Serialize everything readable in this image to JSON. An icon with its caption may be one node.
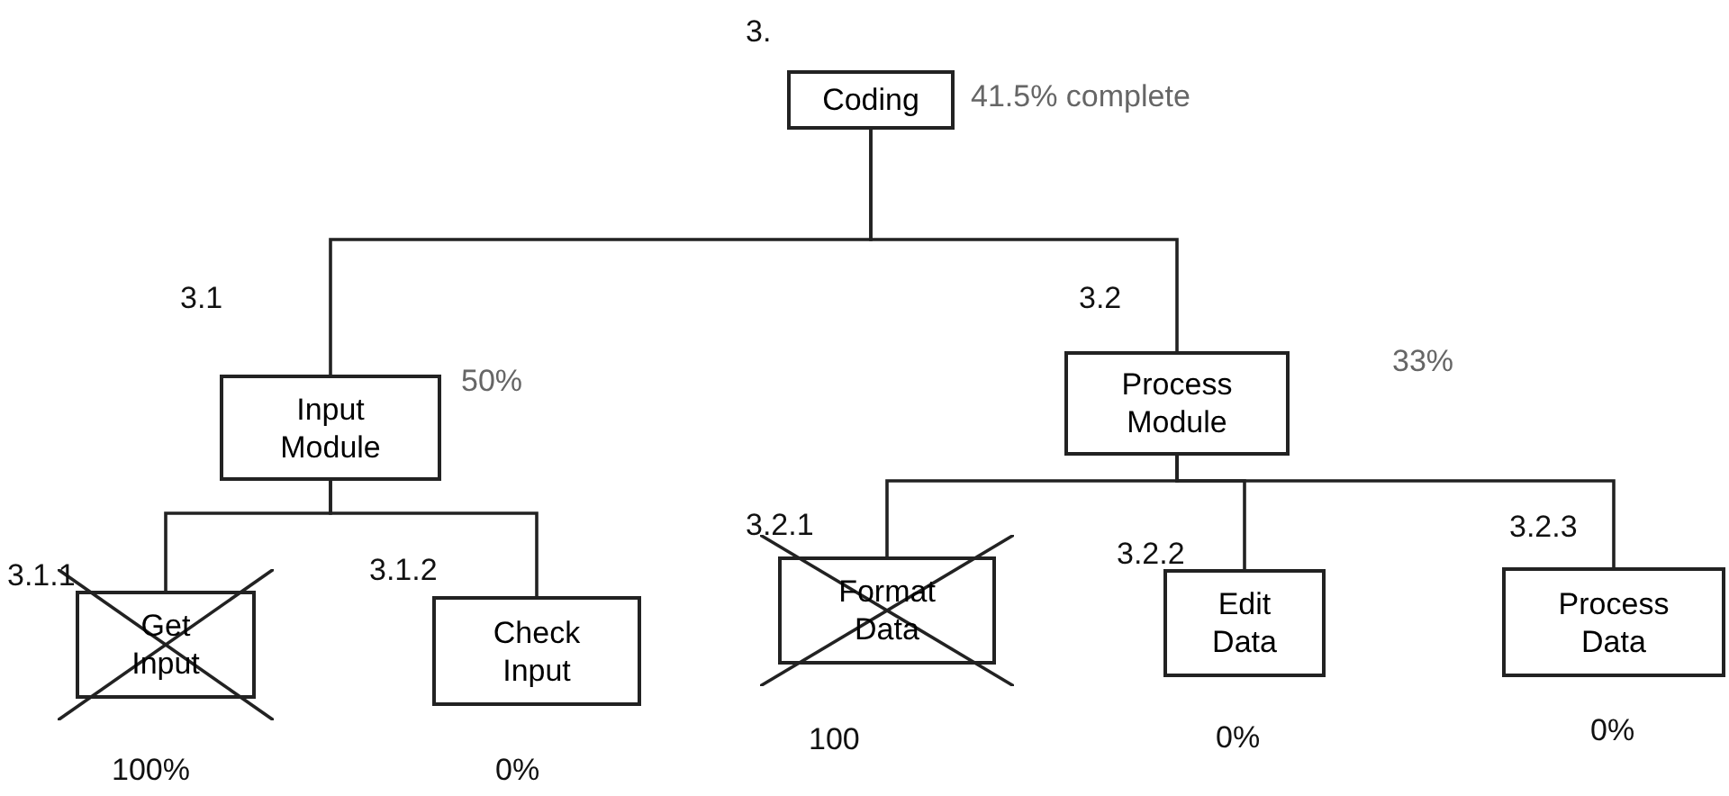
{
  "diagram": {
    "nodes": [
      {
        "text": [
          "Coding"
        ],
        "beside": [
          "3.",
          "41.5% complete"
        ]
      },
      {
        "text": [
          "Input Module"
        ],
        "beside": [
          "3.1",
          "50%"
        ]
      },
      {
        "text": [
          "Process Module"
        ],
        "beside": [
          "3.2",
          "33%"
        ]
      },
      {
        "text": [
          "Get Input"
        ],
        "beside": [
          "3.1.1",
          "100%"
        ]
      },
      {
        "text": [
          "Check Input"
        ],
        "beside": [
          "3.1.2",
          "0%"
        ]
      },
      {
        "text": [
          "Format Data"
        ],
        "beside": [
          "3.2.1",
          "100"
        ]
      },
      {
        "text": [
          "Edit Data"
        ],
        "beside": [
          "3.2.2",
          "0%"
        ]
      },
      {
        "text": [
          "Process Data"
        ],
        "beside": [
          "3.2.3",
          "0%"
        ]
      }
    ],
    "edges": [
      {
        "from": 0,
        "to": 1,
        "arrow": "none"
      },
      {
        "from": 0,
        "to": 2,
        "arrow": "none"
      },
      {
        "from": 1,
        "to": 3,
        "arrow": "none"
      },
      {
        "from": 1,
        "to": 4,
        "arrow": "none"
      },
      {
        "from": 2,
        "to": 5,
        "arrow": "none"
      },
      {
        "from": 2,
        "to": 6,
        "arrow": "none"
      },
      {
        "from": 2,
        "to": 7,
        "arrow": "none"
      }
    ]
  }
}
